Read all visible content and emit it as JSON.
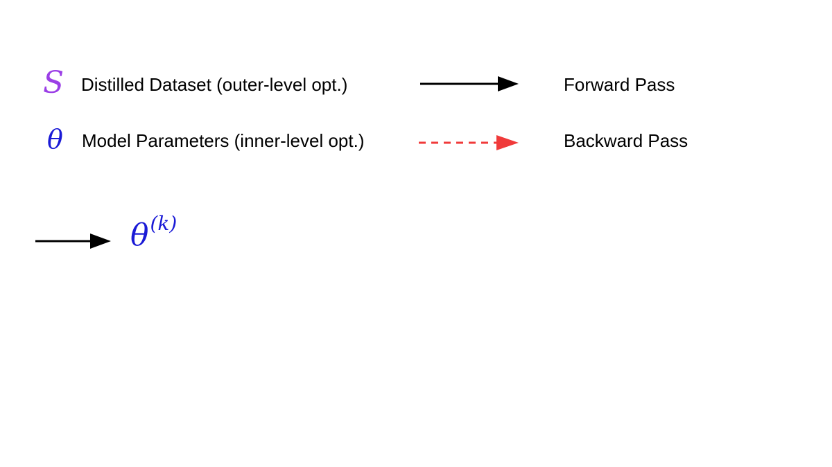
{
  "legend": {
    "distilled": {
      "symbol": "S",
      "label": "Distilled Dataset (outer-level opt.)",
      "color": "#9b3fe6"
    },
    "model": {
      "symbol": "θ",
      "label": "Model Parameters (inner-level opt.)",
      "color": "#1a1ad6"
    },
    "forward": {
      "label": "Forward Pass",
      "color": "#000000"
    },
    "backward": {
      "label": "Backward Pass",
      "color": "#f03a3a"
    }
  },
  "diagram": {
    "node": {
      "base": "θ",
      "superscript": "(k)",
      "color": "#1a1ad6"
    }
  }
}
